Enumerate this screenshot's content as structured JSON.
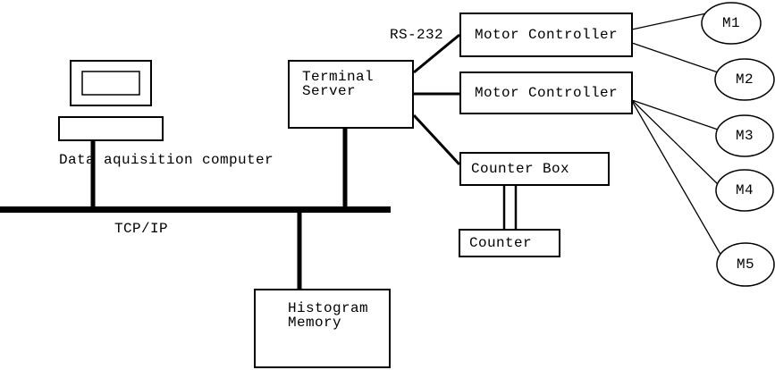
{
  "colors": {
    "background": "#ffffff",
    "line": "#000000",
    "node_fill": "#ffffff"
  },
  "labels": {
    "computer": "Data aquisition computer",
    "bus": "TCP/IP",
    "serial_link": "RS-232"
  },
  "nodes": {
    "terminal_server": "Terminal\nServer",
    "motor_controller_1": "Motor Controller",
    "motor_controller_2": "Motor Controller",
    "counter_box": "Counter Box",
    "counter": "Counter",
    "histogram_memory": "Histogram\nMemory"
  },
  "motors": [
    {
      "label": "M1"
    },
    {
      "label": "M2"
    },
    {
      "label": "M3"
    },
    {
      "label": "M4"
    },
    {
      "label": "M5"
    }
  ],
  "icons": {
    "computer": "desktop-computer-icon"
  }
}
